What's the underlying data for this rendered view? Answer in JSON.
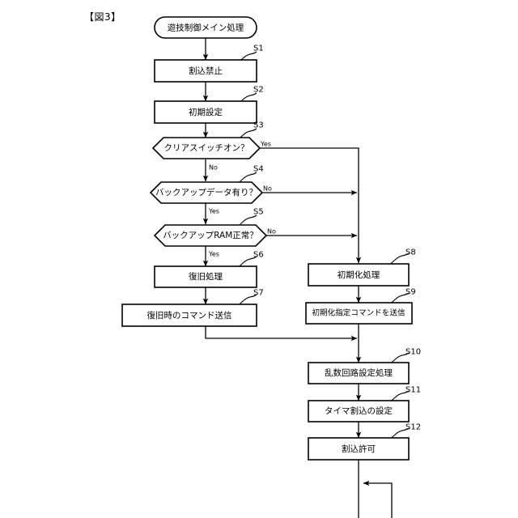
{
  "figure": {
    "label": "【図3】",
    "title": "遊技制御メイン処理"
  },
  "colors": {
    "line": "#000000",
    "fill": "#ffffff",
    "background": "#ffffff"
  },
  "chart_data": {
    "type": "diagram",
    "diagram_type": "flowchart",
    "title": "遊技制御メイン処理",
    "orientation": "top-to-bottom, two columns",
    "nodes": [
      {
        "id": "start",
        "shape": "terminator",
        "text": "遊技制御メイン処理",
        "step": ""
      },
      {
        "id": "s1",
        "shape": "process",
        "text": "割込禁止",
        "step": "S1"
      },
      {
        "id": "s2",
        "shape": "process",
        "text": "初期設定",
        "step": "S2"
      },
      {
        "id": "s3",
        "shape": "decision",
        "text": "クリアスイッチオン？",
        "step": "S3"
      },
      {
        "id": "s4",
        "shape": "decision",
        "text": "バックアップデータ有り？",
        "step": "S4"
      },
      {
        "id": "s5",
        "shape": "decision",
        "text": "バックアップRAM正常？",
        "step": "S5"
      },
      {
        "id": "s6",
        "shape": "process",
        "text": "復旧処理",
        "step": "S6"
      },
      {
        "id": "s7",
        "shape": "process",
        "text": "復旧時のコマンド送信",
        "step": "S7"
      },
      {
        "id": "s8",
        "shape": "process",
        "text": "初期化処理",
        "step": "S8"
      },
      {
        "id": "s9",
        "shape": "process",
        "text": "初期化指定コマンドを送信",
        "step": "S9"
      },
      {
        "id": "s10",
        "shape": "process",
        "text": "乱数回路設定処理",
        "step": "S10"
      },
      {
        "id": "s11",
        "shape": "process",
        "text": "タイマ割込の設定",
        "step": "S11"
      },
      {
        "id": "s12",
        "shape": "process",
        "text": "割込許可",
        "step": "S12"
      }
    ],
    "edges": [
      {
        "from": "start",
        "to": "s1",
        "label": ""
      },
      {
        "from": "s1",
        "to": "s2",
        "label": ""
      },
      {
        "from": "s2",
        "to": "s3",
        "label": ""
      },
      {
        "from": "s3",
        "to": "s8",
        "label": "Yes"
      },
      {
        "from": "s3",
        "to": "s4",
        "label": "No"
      },
      {
        "from": "s4",
        "to": "s8",
        "label": "No"
      },
      {
        "from": "s4",
        "to": "s5",
        "label": "Yes"
      },
      {
        "from": "s5",
        "to": "s8",
        "label": "No"
      },
      {
        "from": "s5",
        "to": "s6",
        "label": "Yes"
      },
      {
        "from": "s6",
        "to": "s7",
        "label": ""
      },
      {
        "from": "s7",
        "to": "s10",
        "label": ""
      },
      {
        "from": "s8",
        "to": "s9",
        "label": ""
      },
      {
        "from": "s9",
        "to": "s10",
        "label": ""
      },
      {
        "from": "s10",
        "to": "s11",
        "label": ""
      },
      {
        "from": "s11",
        "to": "s12",
        "label": ""
      },
      {
        "from": "s12",
        "to": "loop",
        "label": ""
      }
    ],
    "branch_labels": [
      "Yes",
      "No"
    ]
  },
  "nodes": {
    "start": {
      "text": "遊技制御メイン処理",
      "step": ""
    },
    "s1": {
      "text": "割込禁止",
      "step": "S1"
    },
    "s2": {
      "text": "初期設定",
      "step": "S2"
    },
    "s3": {
      "text": "クリアスイッチオン？",
      "step": "S3",
      "yes": "Yes",
      "no": "No"
    },
    "s4": {
      "text": "バックアップデータ有り？",
      "step": "S4",
      "yes": "Yes",
      "no": "No"
    },
    "s5": {
      "text": "バックアップRAM正常？",
      "step": "S5",
      "yes": "Yes",
      "no": "No"
    },
    "s6": {
      "text": "復旧処理",
      "step": "S6"
    },
    "s7": {
      "text": "復旧時のコマンド送信",
      "step": "S7"
    },
    "s8": {
      "text": "初期化処理",
      "step": "S8"
    },
    "s9": {
      "text": "初期化指定コマンドを送信",
      "step": "S9"
    },
    "s10": {
      "text": "乱数回路設定処理",
      "step": "S10"
    },
    "s11": {
      "text": "タイマ割込の設定",
      "step": "S11"
    },
    "s12": {
      "text": "割込許可",
      "step": "S12"
    }
  }
}
